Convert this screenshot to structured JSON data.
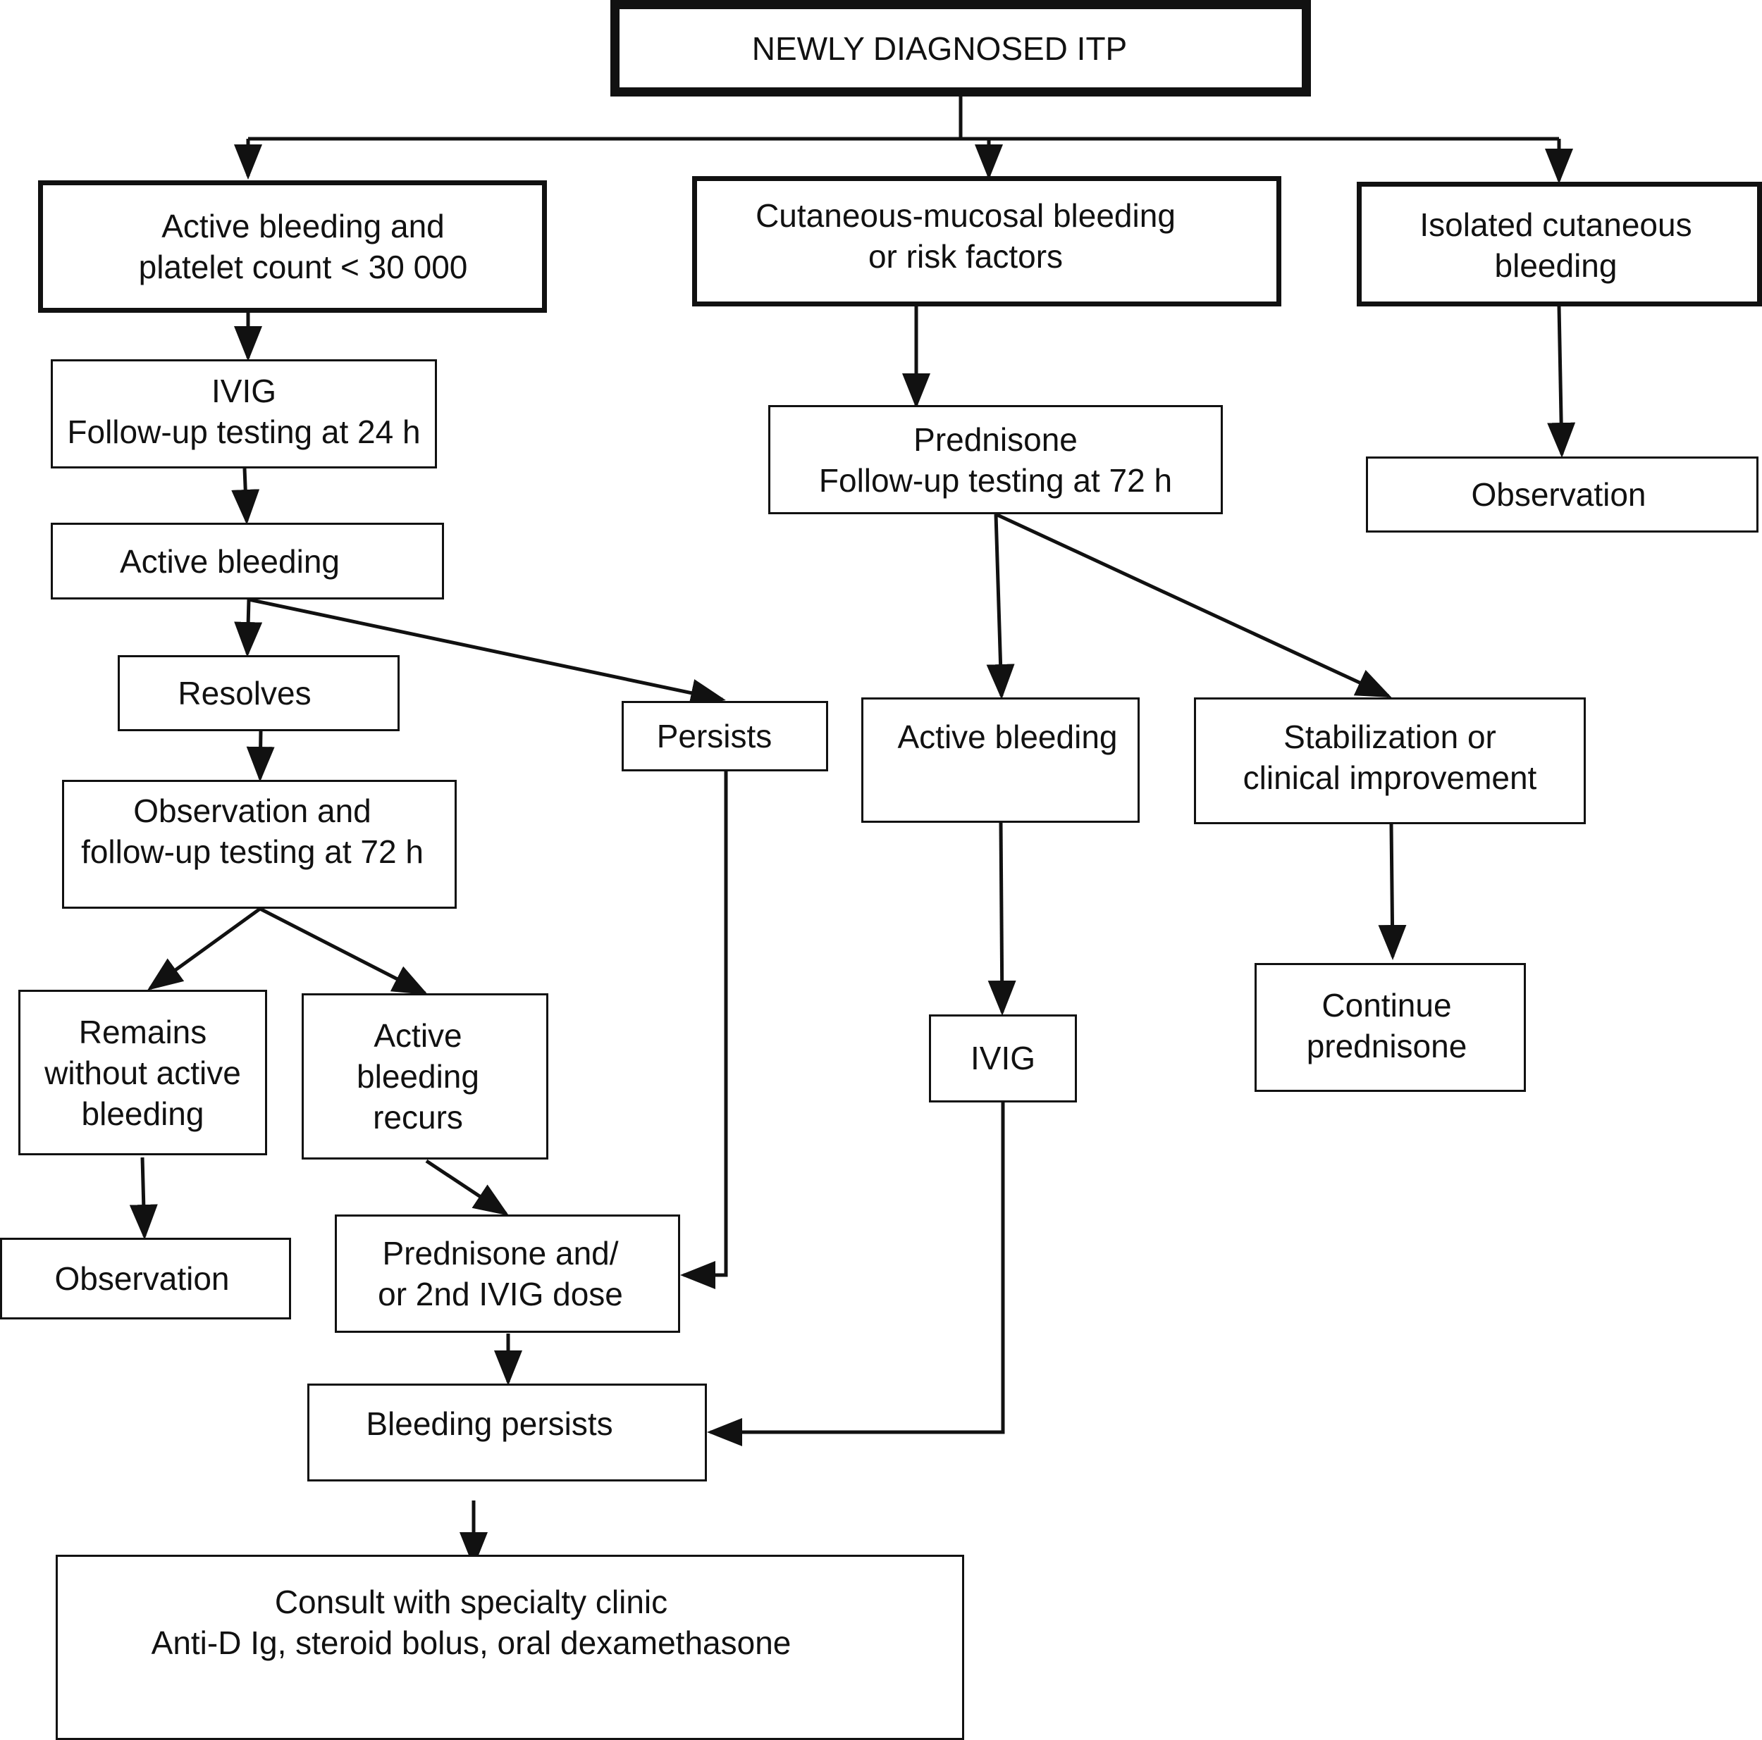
{
  "diagram": {
    "root": "NEWLY DIAGNOSED ITP",
    "branch_active": [
      "Active bleeding and",
      "platelet count < 30 000"
    ],
    "branch_mucosal": [
      "Cutaneous-mucosal bleeding",
      "or risk factors"
    ],
    "branch_cutaneous": [
      "Isolated cutaneous",
      "bleeding"
    ],
    "ivig_24h": [
      "IVIG",
      "Follow-up testing at 24 h"
    ],
    "active_bleeding_1": "Active bleeding",
    "resolves": "Resolves",
    "persists": "Persists",
    "observation_72h": [
      "Observation and",
      "follow-up testing at 72 h"
    ],
    "remains": [
      "Remains",
      "without active",
      "bleeding"
    ],
    "recurs": [
      "Active",
      "bleeding",
      "recurs"
    ],
    "observation_left": "Observation",
    "prednisone_2nd_ivig": [
      "Prednisone and/",
      "or 2nd IVIG dose"
    ],
    "bleeding_persists": "Bleeding persists",
    "consult": [
      "Consult with specialty clinic",
      "Anti-D Ig, steroid bolus, oral dexamethasone"
    ],
    "prednisone_72h": [
      "Prednisone",
      "Follow-up testing at 72 h"
    ],
    "active_bleeding_2": "Active bleeding",
    "stabilization": [
      "Stabilization or",
      "clinical improvement"
    ],
    "ivig_mid": "IVIG",
    "continue_prednisone": [
      "Continue",
      "prednisone"
    ],
    "observation_right": "Observation"
  },
  "colors": {
    "stroke": "#111111",
    "background": "#ffffff",
    "text": "#111111"
  }
}
